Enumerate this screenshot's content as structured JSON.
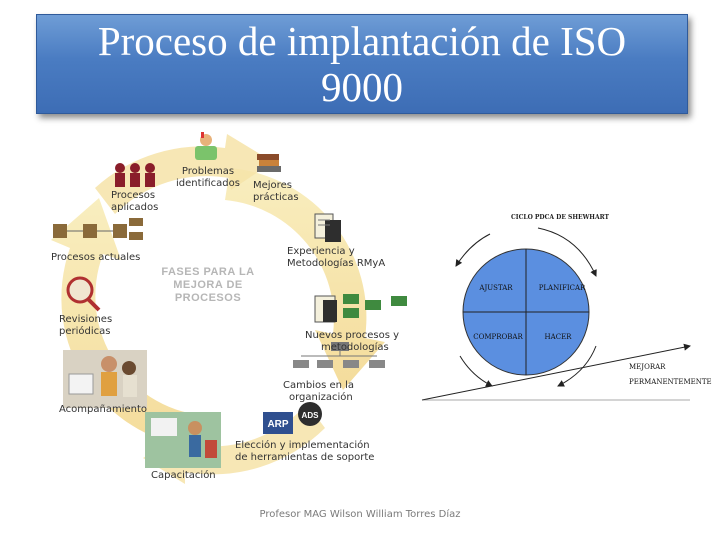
{
  "title": "Proceso de implantación de ISO 9000",
  "cycle": {
    "center_line1": "FASES PARA LA",
    "center_line2": "MEJORA DE",
    "center_line3": "PROCESOS",
    "phases": [
      {
        "line1": "Problemas",
        "line2": "identificados",
        "icon": "problem-person-icon"
      },
      {
        "line1": "Mejores",
        "line2": "prácticas",
        "icon": "books-icon"
      },
      {
        "line1": "Experiencia y",
        "line2": "Metodologías RMyA",
        "icon": "documents-icon"
      },
      {
        "line1": "Nuevos procesos y",
        "line2": "metodologías",
        "icon": "new-process-icon"
      },
      {
        "line1": "Cambios en la",
        "line2": "organización",
        "icon": "org-chart-icon"
      },
      {
        "line1": "Elección y implementación",
        "line2": "de herramientas de soporte",
        "icon": "tools-logos-icon"
      },
      {
        "line1": "Capacitación",
        "line2": "",
        "icon": "training-photo-icon"
      },
      {
        "line1": "Acompañamiento",
        "line2": "",
        "icon": "accompaniment-photo-icon"
      },
      {
        "line1": "Revisiones",
        "line2": "periódicas",
        "icon": "magnifier-icon"
      },
      {
        "line1": "Procesos actuales",
        "line2": "",
        "icon": "process-flow-icon"
      },
      {
        "line1": "Procesos",
        "line2": "aplicados",
        "icon": "people-icon"
      }
    ],
    "logos": {
      "arp": "ARP",
      "ads": "ADS"
    }
  },
  "pdca": {
    "title": "CICLO PDCA DE SHEWHART",
    "q_ajustar": "AJUSTAR",
    "q_planificar": "PLANIFICAR",
    "q_comprobar": "COMPROBAR",
    "q_hacer": "HACER",
    "mejorar": "MEJORAR",
    "permanentemente": "PERMANENTEMENTE",
    "circle_color": "#5b8fe0"
  },
  "footer": "Profesor MAG Wilson William Torres Díaz"
}
